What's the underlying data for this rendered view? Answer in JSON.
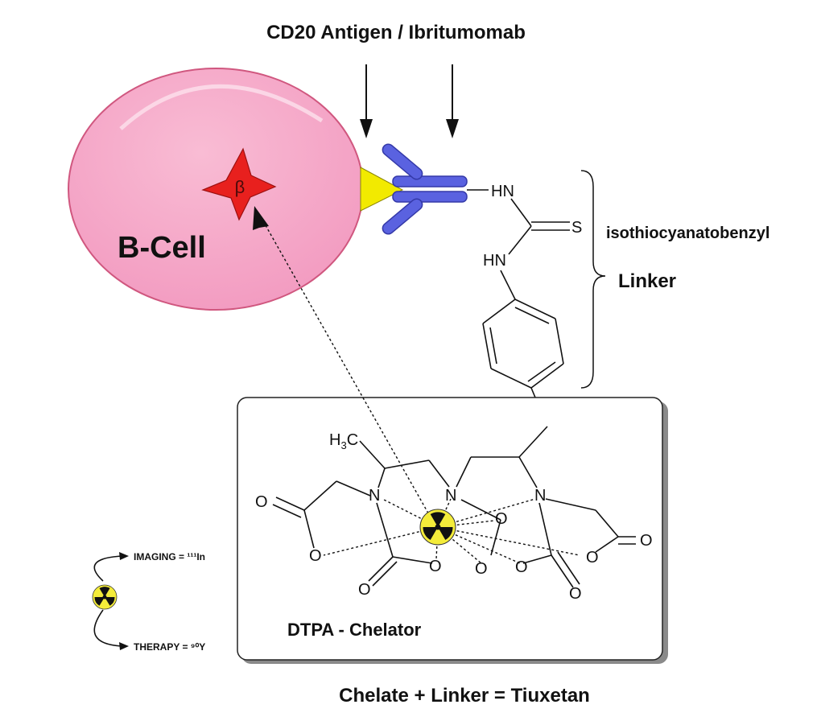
{
  "title": "CD20 Antigen / Ibritumomab",
  "cell": {
    "label": "B-Cell"
  },
  "star": {
    "symbol": "β"
  },
  "linker": {
    "name": "isothiocyanatobenzyl",
    "label": "Linker"
  },
  "atoms": {
    "hn_top": "HN",
    "hn_bottom": "HN",
    "sulfur": "S",
    "nitrogen": "N",
    "oxygen": "O",
    "methyl_h": "H",
    "methyl_sub": "3",
    "methyl_c": "C"
  },
  "chelator": {
    "label": "DTPA - Chelator"
  },
  "isotopes": {
    "imaging": "IMAGING = ¹¹¹In",
    "therapy": "THERAPY = ⁹⁰Y"
  },
  "footer": "Chelate + Linker = Tiuxetan",
  "colors": {
    "cell_fill": "#f6a9c7",
    "cell_stroke": "#d0577f",
    "star": "#e8201e",
    "antigen": "#f2ea00",
    "antibody": "#5a62e0",
    "radiation_yellow": "#f4ec3a"
  }
}
